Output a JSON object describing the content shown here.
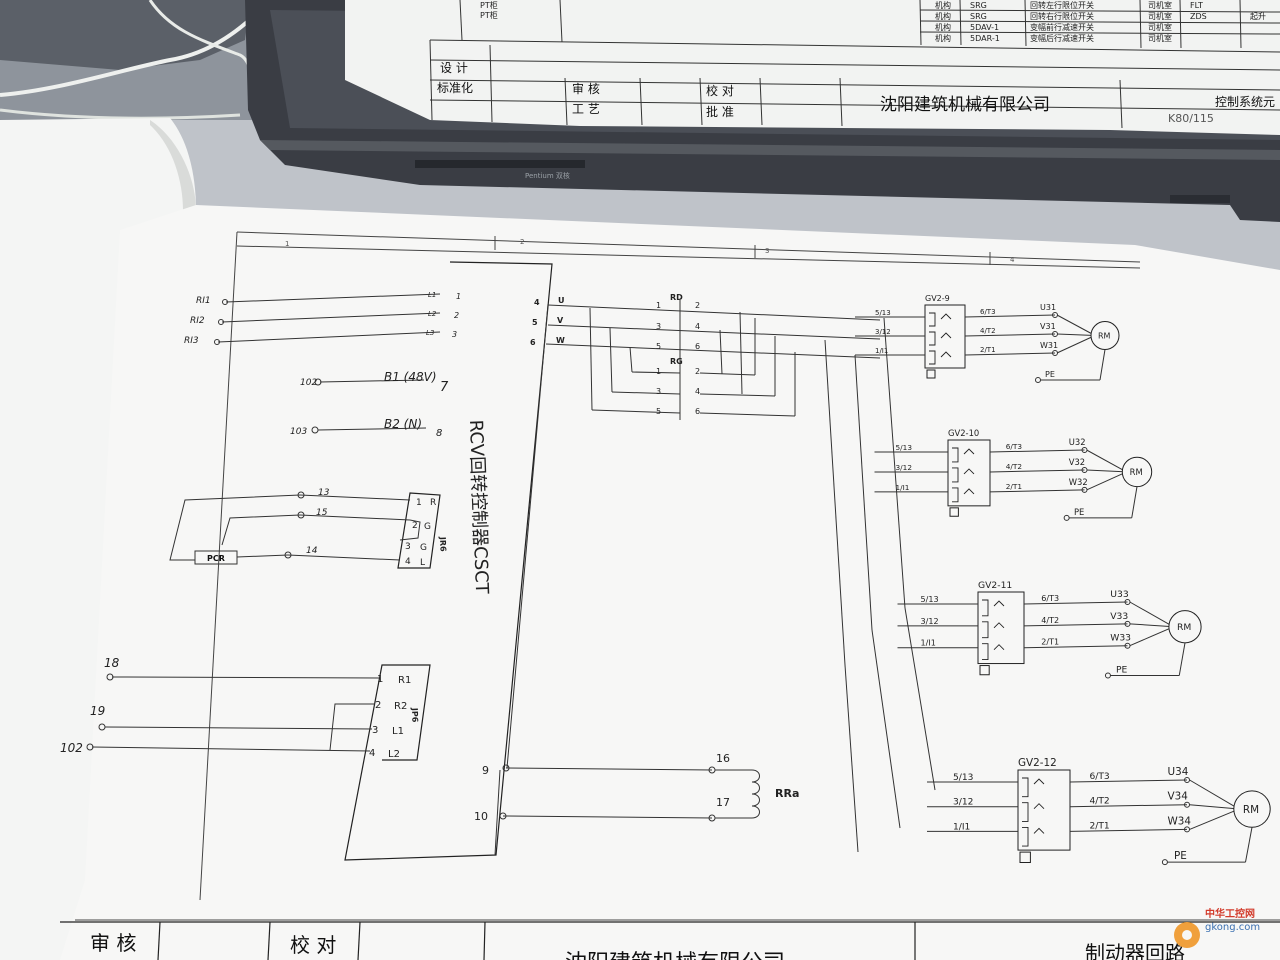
{
  "top_sheet": {
    "table_rows": [
      {
        "c1": "机构",
        "c2": "SRG",
        "c3": "回转左行限位开关",
        "c4": "司机室",
        "c5": "FLT"
      },
      {
        "c1": "机构",
        "c2": "SRG",
        "c3": "回转右行限位开关",
        "c4": "司机室",
        "c5": "ZDS"
      },
      {
        "c1": "机构",
        "c2": "5DAV-1",
        "c3": "变幅前行减速开关",
        "c4": "司机室",
        "c5": ""
      },
      {
        "c1": "机构",
        "c2": "5DAR-1",
        "c3": "变幅后行减速开关",
        "c4": "司机室",
        "c5": ""
      }
    ],
    "left_labels": [
      "PT柜",
      "PT柜"
    ],
    "right_fragment": "起升",
    "title_block": {
      "design": "设 计",
      "standard": "标准化",
      "review": "审 核",
      "process": "工 艺",
      "check": "校 对",
      "approve": "批 准",
      "company": "沈阳建筑机械有限公司",
      "doc_title": "控制系统元",
      "model": "K80/115"
    }
  },
  "laptop_brand": "Pentium 双核",
  "schematic": {
    "column_numbers": [
      "1",
      "2",
      "3",
      "4"
    ],
    "left_inputs": [
      "RI1",
      "RI2",
      "RI3"
    ],
    "left_terminals": [
      "L1",
      "L2",
      "L3"
    ],
    "left_pins": [
      "1",
      "2",
      "3"
    ],
    "b1": {
      "wire": "102",
      "label": "B1 (48V)",
      "pin": "7"
    },
    "b2": {
      "wire": "103",
      "label": "B2 (N)",
      "pin": "8"
    },
    "controller_label": "RCV回转控制器CSCT",
    "jr": {
      "connector": "JR6",
      "wires": [
        "13",
        "15",
        "14"
      ],
      "pins": [
        "1",
        "2",
        "3",
        "4"
      ],
      "signals": [
        "R",
        "G",
        "G",
        "L"
      ],
      "device": "PCR"
    },
    "jp": {
      "connector": "JP6",
      "wires": [
        "18",
        "19",
        "102"
      ],
      "pins": [
        "1",
        "2",
        "3",
        "4"
      ],
      "signals": [
        "R1",
        "R2",
        "L1",
        "L2"
      ]
    },
    "uvw": {
      "pins": [
        "4",
        "5",
        "6"
      ],
      "names": [
        "U",
        "V",
        "W"
      ]
    },
    "rd": {
      "name": "RD",
      "in": [
        "1",
        "3",
        "5"
      ],
      "out": [
        "2",
        "4",
        "6"
      ]
    },
    "rg": {
      "name": "RG",
      "in": [
        "1",
        "3",
        "5"
      ],
      "out": [
        "2",
        "4",
        "6"
      ]
    },
    "bottom_pins": [
      "9",
      "10"
    ],
    "rra": {
      "wires": [
        "16",
        "17"
      ],
      "name": "RRa"
    },
    "breakers": [
      {
        "name": "GV2-9",
        "in": [
          "5/13",
          "3/12",
          "1/I1"
        ],
        "out": [
          "6/T3",
          "4/T2",
          "2/T1"
        ],
        "phases": [
          "U31",
          "V31",
          "W31"
        ],
        "motor": "RM",
        "pe": "PE"
      },
      {
        "name": "GV2-10",
        "in": [
          "5/13",
          "3/12",
          "1/I1"
        ],
        "out": [
          "6/T3",
          "4/T2",
          "2/T1"
        ],
        "phases": [
          "U32",
          "V32",
          "W32"
        ],
        "motor": "RM",
        "pe": "PE"
      },
      {
        "name": "GV2-11",
        "in": [
          "5/13",
          "3/12",
          "1/I1"
        ],
        "out": [
          "6/T3",
          "4/T2",
          "2/T1"
        ],
        "phases": [
          "U33",
          "V33",
          "W33"
        ],
        "motor": "RM",
        "pe": "PE"
      },
      {
        "name": "GV2-12",
        "in": [
          "5/13",
          "3/12",
          "1/I1"
        ],
        "out": [
          "6/T3",
          "4/T2",
          "2/T1"
        ],
        "phases": [
          "U34",
          "V34",
          "W34"
        ],
        "motor": "RM",
        "pe": "PE"
      }
    ],
    "bottom_block": {
      "review": "审 核",
      "check": "校 对",
      "company_partial": "沈阳建筑机械有限公司",
      "title_partial": "制动器回路"
    }
  },
  "watermark": {
    "cn": "中华工控网",
    "url": "gkong.com"
  }
}
